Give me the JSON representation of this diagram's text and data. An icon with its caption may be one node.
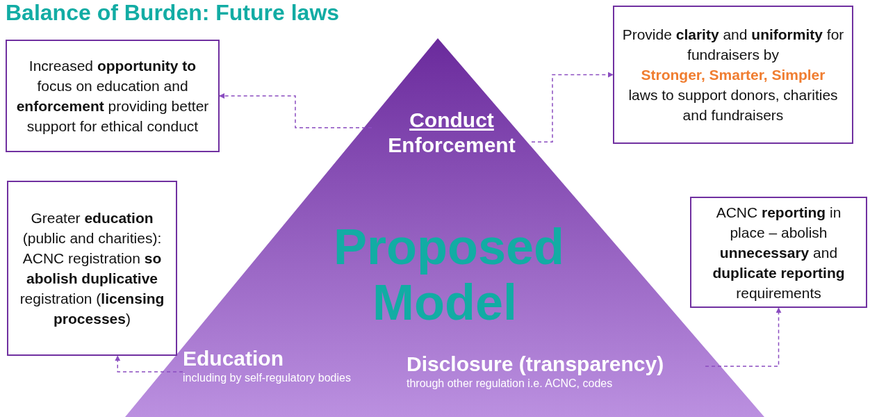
{
  "diagram": {
    "title": "Balance of Burden: Future laws",
    "nodes": [
      {
        "text": [
          "Proposed Model"
        ]
      },
      {
        "text": [
          "Conduct",
          "Enforcement"
        ],
        "in": 0
      },
      {
        "text": [
          "Education",
          "including by self-regulatory bodies"
        ],
        "in": 0
      },
      {
        "text": [
          "Disclosure (transparency)",
          "through other regulation i.e. ACNC, codes"
        ],
        "in": 0
      },
      {
        "text": [
          "Increased **opportunity to** focus on education and **enforcement** providing better support for ethical conduct"
        ]
      },
      {
        "text": [
          "Provide **clarity** and **uniformity** for fundraisers by",
          "Stronger, Smarter, Simpler",
          "laws to support donors, charities and fundraisers"
        ]
      },
      {
        "text": [
          "Greater **education** (public and charities): ACNC registration **so abolish duplicative** registration (**licensing processes**)"
        ]
      },
      {
        "text": [
          "ACNC **reporting** in place – abolish **unnecessary** and **duplicate reporting** requirements"
        ]
      }
    ],
    "edges": [
      {
        "from": 1,
        "to": 4,
        "arrow": "to",
        "style": "dashed"
      },
      {
        "from": 1,
        "to": 5,
        "arrow": "to",
        "style": "dashed"
      },
      {
        "from": 2,
        "to": 6,
        "arrow": "to",
        "style": "dashed"
      },
      {
        "from": 3,
        "to": 7,
        "arrow": "to",
        "style": "dashed"
      }
    ]
  }
}
